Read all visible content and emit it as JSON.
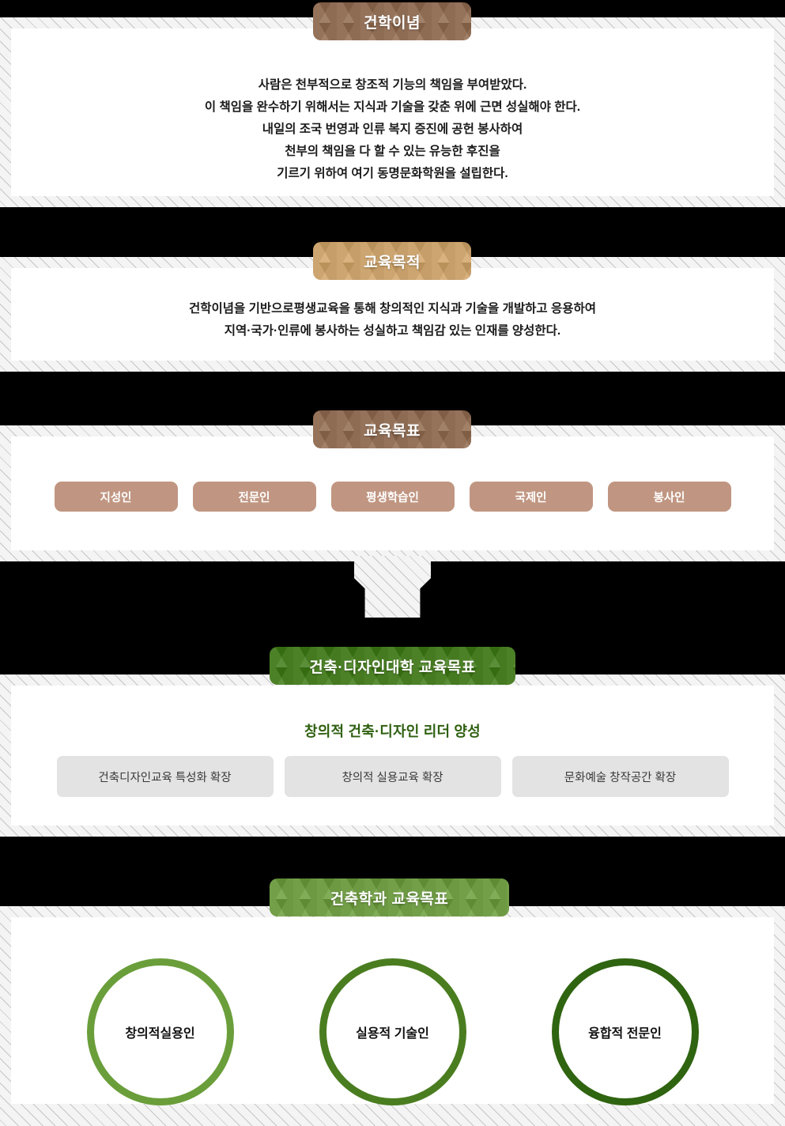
{
  "sections": [
    {
      "id": "founding-philosophy",
      "tab_label": "건학이념",
      "lines": [
        "사람은 천부적으로 창조적 기능의 책임을 부여받았다.",
        "이 책임을 완수하기 위해서는 지식과 기술을 갖춘 위에 근면 성실해야 한다.",
        "내일의 조국 번영과 인류 복지 증진에 공헌 봉사하여",
        "천부의 책임을 다 할 수 있는 유능한 후진을",
        "기르기 위하여 여기 동명문화학원을 설립한다."
      ]
    },
    {
      "id": "education-purpose",
      "tab_label": "교육목적",
      "lines": [
        "건학이념을 기반으로평생교육을 통해 창의적인 지식과 기술을 개발하고 응용하여",
        "지역·국가·인류에 봉사하는 성실하고 책임감 있는 인재를 양성한다."
      ]
    },
    {
      "id": "education-goals",
      "tab_label": "교육목표",
      "chips": [
        "지성인",
        "전문인",
        "평생학습인",
        "국제인",
        "봉사인"
      ]
    },
    {
      "id": "college-goals",
      "tab_label": "건축·디자인대학 교육목표",
      "subtitle": "창의적 건축·디자인 리더 양성",
      "boxes": [
        "건축디자인교육 특성화 확장",
        "창의적 실용교육 확장",
        "문화예술 창작공간 확장"
      ]
    },
    {
      "id": "department-goals",
      "tab_label": "건축학과 교육목표",
      "circles": [
        "창의적실용인",
        "실용적 기술인",
        "융합적 전문인"
      ]
    }
  ],
  "colors": {
    "tab_brown": "#91694e",
    "tab_tan": "#d2a467",
    "tab_green_dark": "#3d7a13",
    "tab_green_mid": "#6a9e3a",
    "chip": "#c09682",
    "gray_box": "#e3e3e3",
    "subtitle_green": "#2e6010",
    "circle_1": "#6a9e3a",
    "circle_2": "#4a7d20",
    "circle_3": "#2f6410",
    "background": "#000000"
  }
}
